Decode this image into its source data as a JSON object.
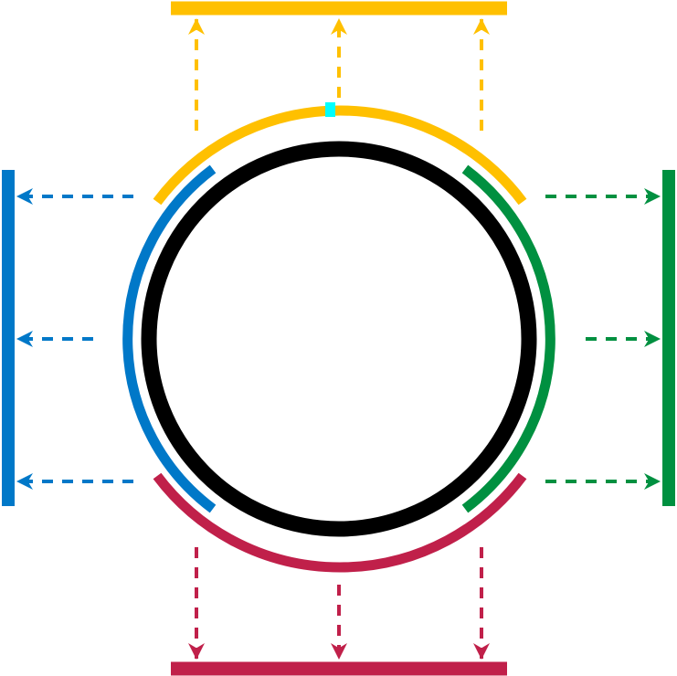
{
  "diagram": {
    "colors": {
      "top": "#FFC000",
      "left": "#0078C8",
      "right": "#009040",
      "bottom": "#C0204A",
      "circle": "#000000",
      "marker": "#00FFFF",
      "background": "#FFFFFF"
    },
    "sides": [
      {
        "key": "top",
        "arrow_direction": "up",
        "arrow_count": 3
      },
      {
        "key": "left",
        "arrow_direction": "left",
        "arrow_count": 3
      },
      {
        "key": "right",
        "arrow_direction": "right",
        "arrow_count": 3
      },
      {
        "key": "bottom",
        "arrow_direction": "down",
        "arrow_count": 3
      }
    ],
    "marker_icon": "square-marker"
  }
}
